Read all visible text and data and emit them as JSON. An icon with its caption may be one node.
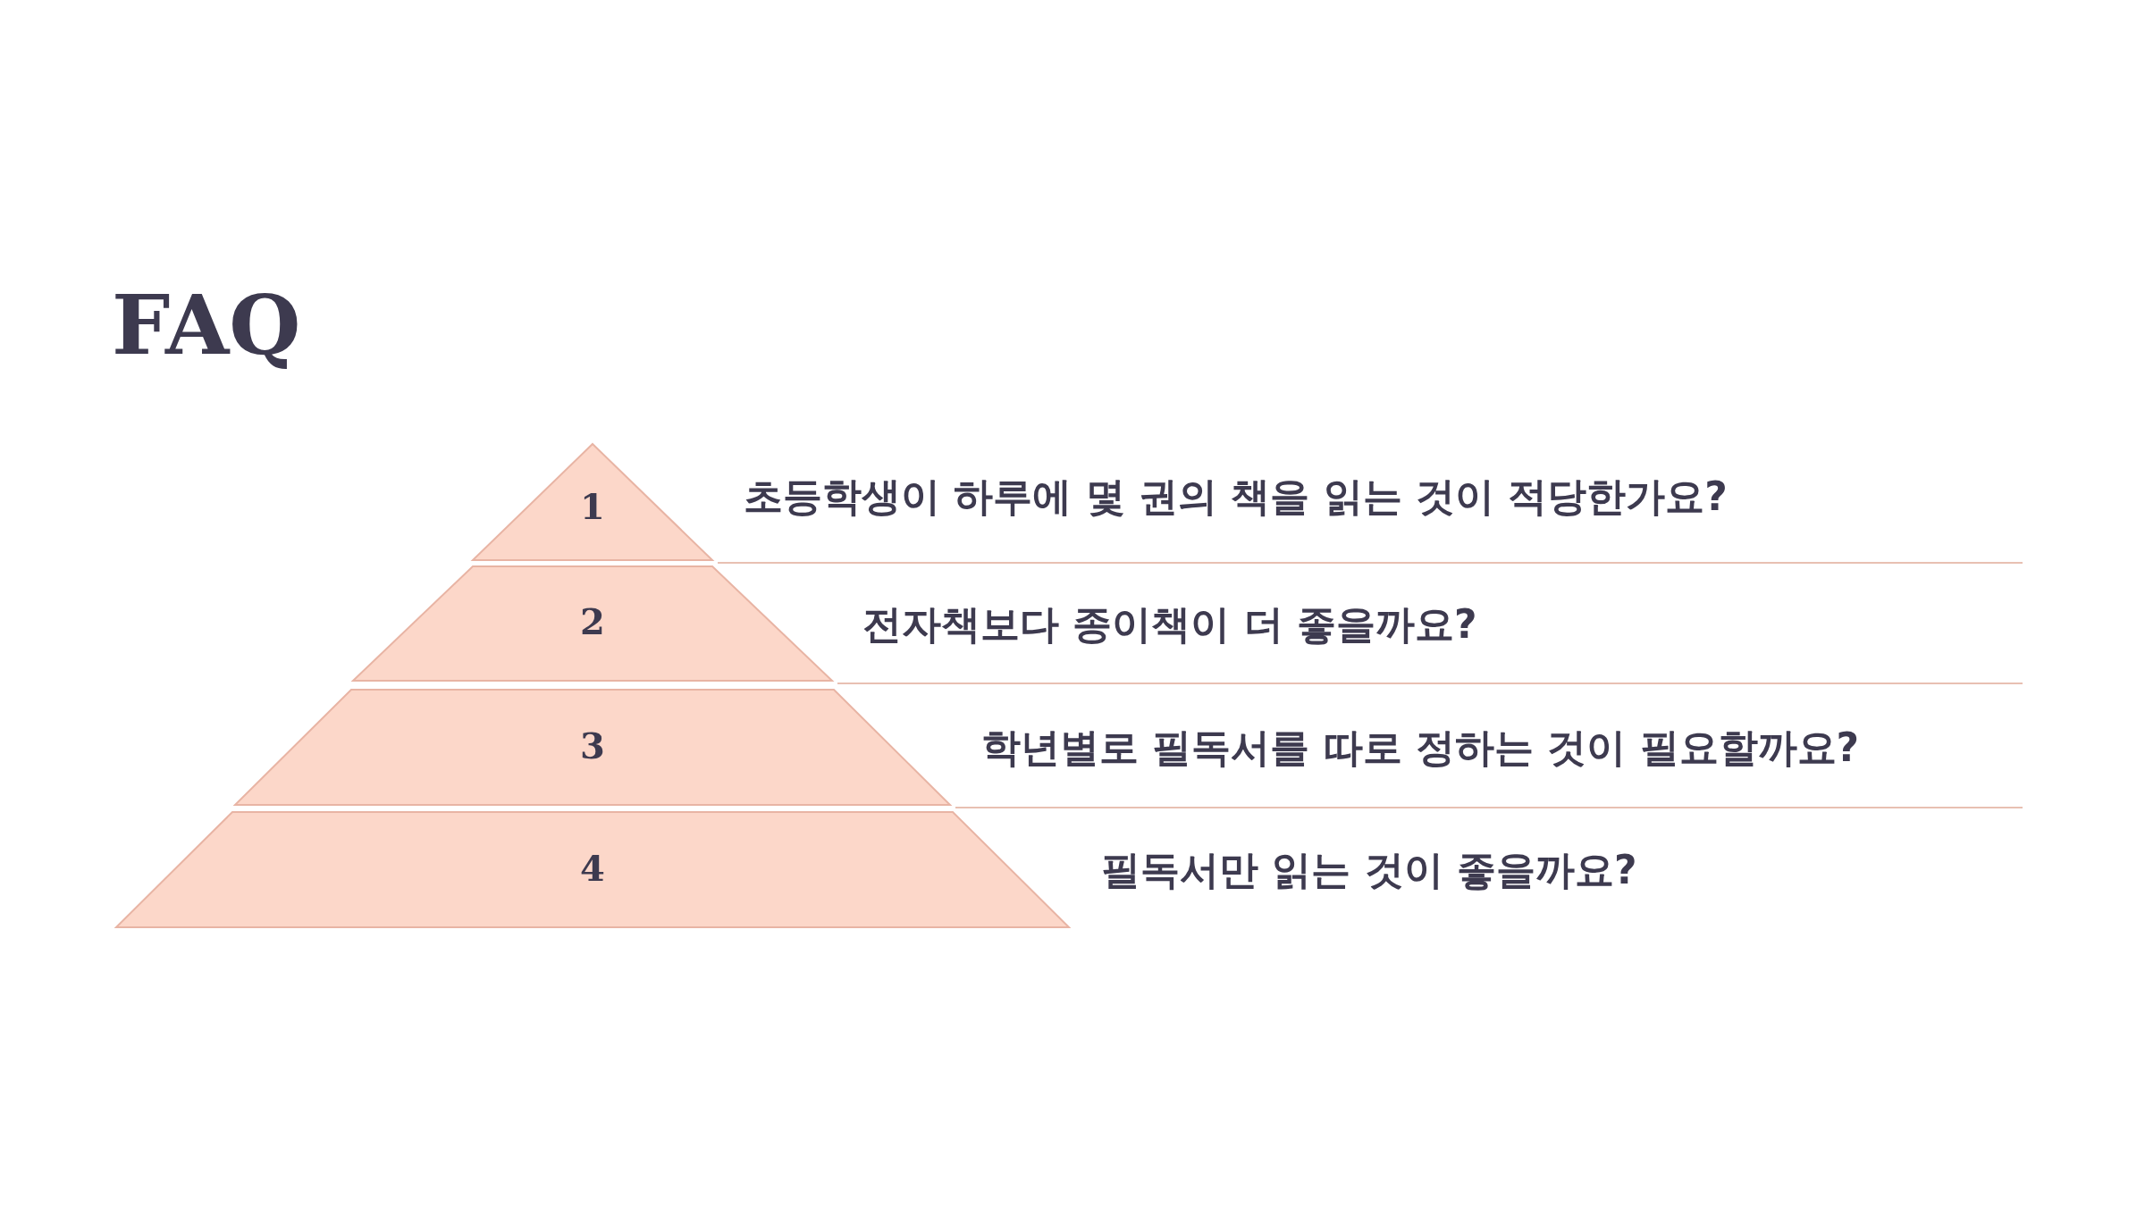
{
  "diagram": {
    "title": "FAQ",
    "nodes": [
      {
        "text": [
          "1"
        ],
        "beside": [
          "초등학생이 하루에 몇 권의 책을 읽는 것이 적당한가요?"
        ]
      },
      {
        "text": [
          "2"
        ],
        "beside": [
          "전자책보다 종이책이 더 좋을까요?"
        ]
      },
      {
        "text": [
          "3"
        ],
        "beside": [
          "학년별로 필독서를 따로 정하는 것이 필요할까요?"
        ]
      },
      {
        "text": [
          "4"
        ],
        "beside": [
          "필독서만 읽는 것이 좋을까요?"
        ]
      }
    ],
    "edges": []
  }
}
